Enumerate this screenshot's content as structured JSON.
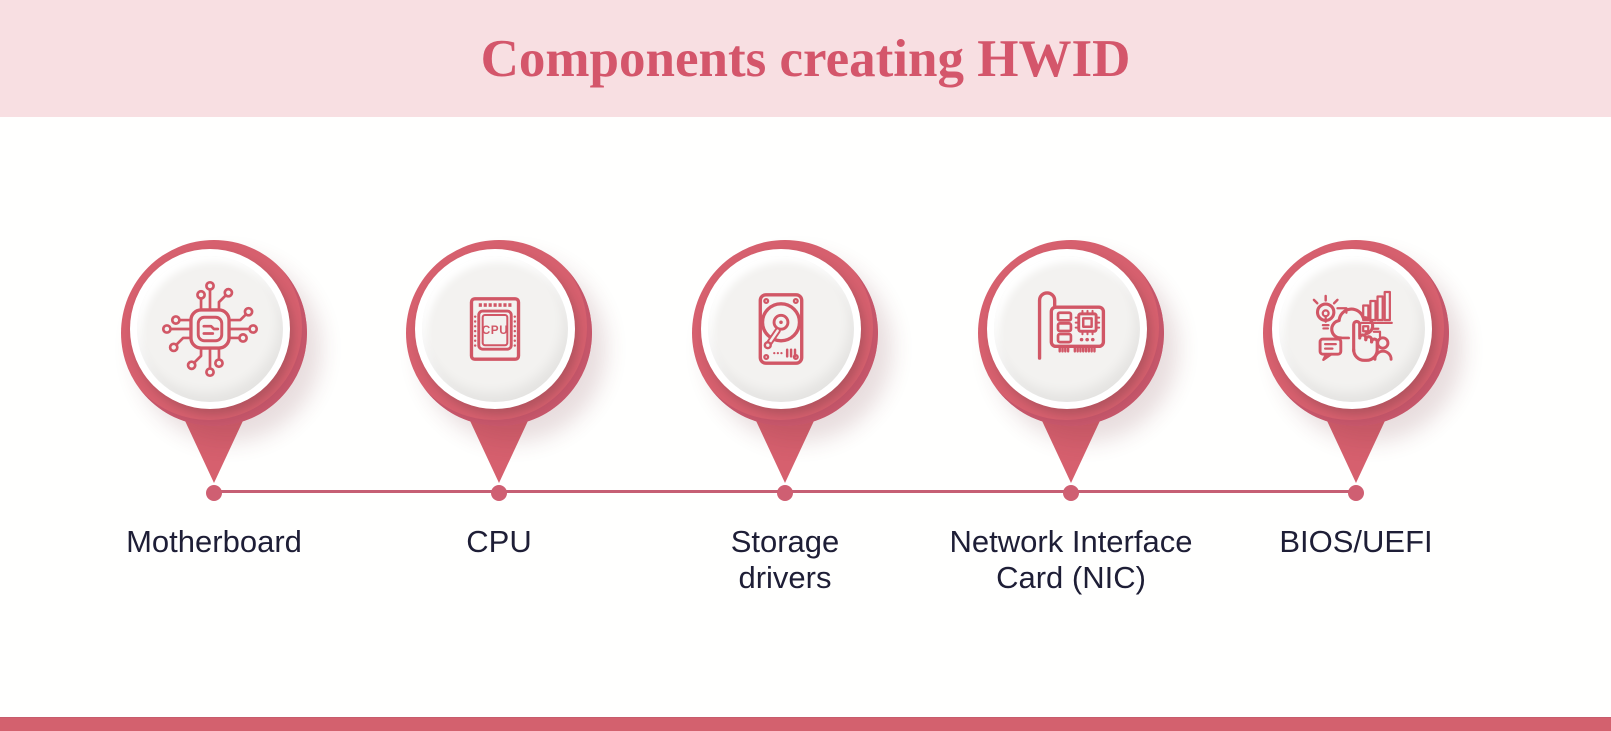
{
  "header": {
    "title": "Components creating HWID"
  },
  "items": [
    {
      "label": "Motherboard",
      "icon": "motherboard-icon"
    },
    {
      "label": "CPU",
      "icon": "cpu-icon",
      "icon_label": "CPU"
    },
    {
      "label": "Storage\ndrivers",
      "icon": "storage-drive-icon"
    },
    {
      "label": "Network Interface\nCard (NIC)",
      "icon": "network-card-icon"
    },
    {
      "label": "BIOS/UEFI",
      "icon": "bios-uefi-icon"
    }
  ],
  "colors": {
    "accent_rose": "#d6606e",
    "accent_rose_dark": "#c5566a",
    "banner_background": "#f8dfe2",
    "title_text": "#d4566b",
    "label_text": "#1e1e36",
    "icon_stroke": "#d15766",
    "pin_face": "#f3f2f0",
    "timeline_line": "#c65f74",
    "page_background": "#fffffe"
  }
}
